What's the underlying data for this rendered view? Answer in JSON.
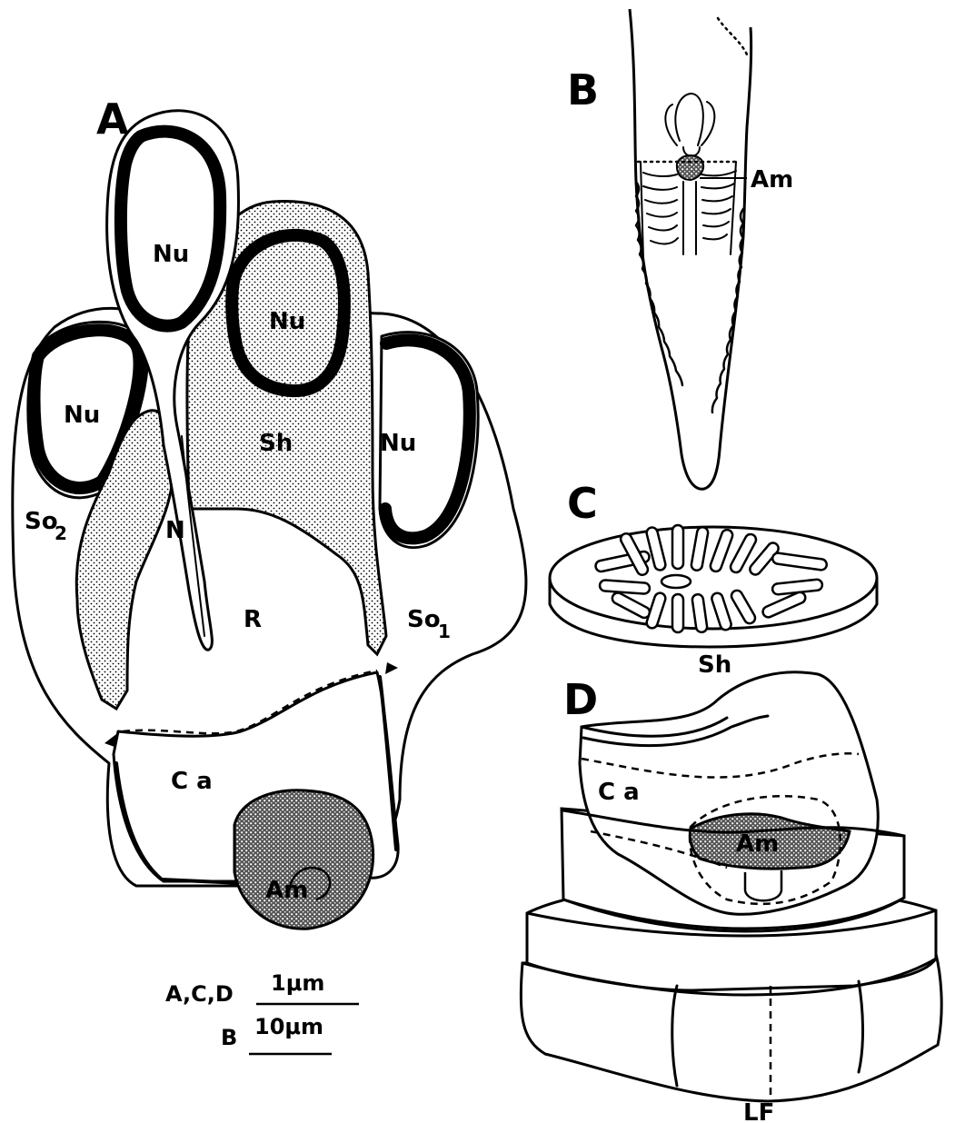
{
  "panels": {
    "a": "A",
    "b": "B",
    "c": "C",
    "d": "D"
  },
  "labels": {
    "nu": "Nu",
    "sh": "Sh",
    "n": "N",
    "r": "R",
    "so2": "So",
    "so2_sub": "2",
    "so1": "So",
    "so1_sub": "1",
    "ca": "C a",
    "am": "Am",
    "lf": "LF"
  },
  "scale_bars": [
    {
      "panels": "A,C,D",
      "length": "1μm"
    },
    {
      "panels": "B",
      "length": "10μm"
    }
  ]
}
